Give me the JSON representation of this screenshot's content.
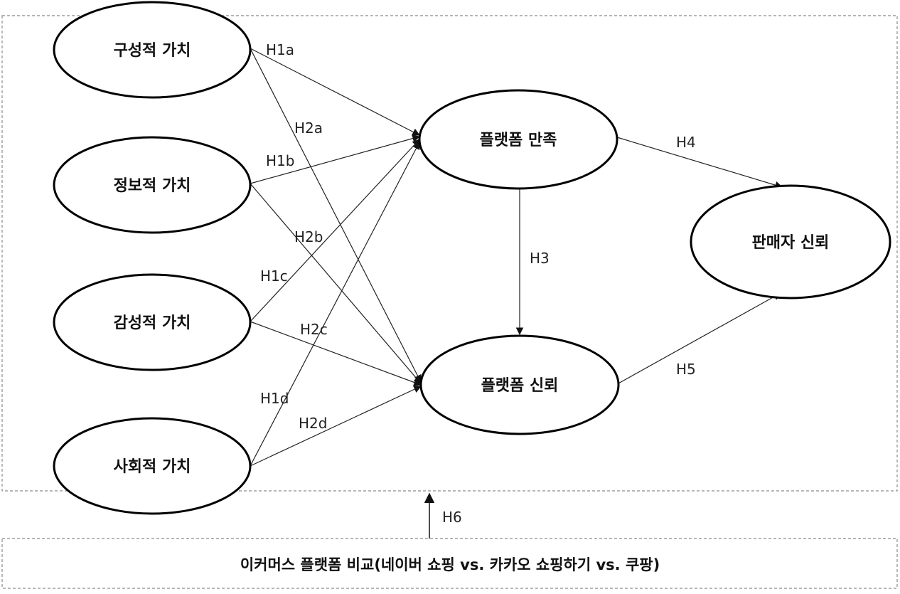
{
  "diagram": {
    "nodes": {
      "structural_value": "구성적 가치",
      "informational_value": "정보적 가치",
      "emotional_value": "감성적 가치",
      "social_value": "사회적 가치",
      "platform_satisfaction": "플랫폼 만족",
      "platform_trust": "플랫폼 신뢰",
      "seller_trust": "판매자 신뢰"
    },
    "hypotheses": {
      "h1a": "H1a",
      "h1b": "H1b",
      "h1c": "H1c",
      "h1d": "H1d",
      "h2a": "H2a",
      "h2b": "H2b",
      "h2c": "H2c",
      "h2d": "H2d",
      "h3": "H3",
      "h4": "H4",
      "h5": "H5",
      "h6": "H6"
    },
    "moderator": "이커머스 플랫폼 비교(네이버 쇼핑 vs. 카카오 쇼핑하기 vs. 쿠팡)"
  }
}
